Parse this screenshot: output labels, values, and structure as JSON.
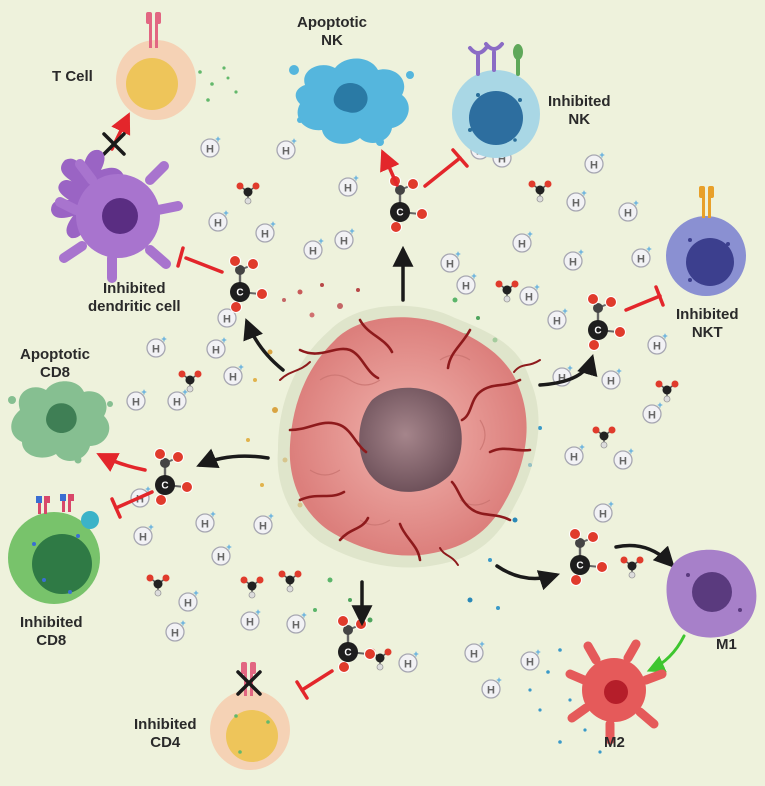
{
  "colors": {
    "background": "#eef2dc",
    "arrow_black": "#1a1a1a",
    "inhibit_red": "#e3262b",
    "activate_green": "#3ec62f",
    "tumor": "#e79a96",
    "tumor_core": "#8a6b73",
    "vessel": "#8e1a1c"
  },
  "labels": {
    "t_cell": "T Cell",
    "apoptotic_nk": {
      "line1": "Apoptotic",
      "line2": "NK"
    },
    "inhibited_nk": {
      "line1": "Inhibited",
      "line2": "NK"
    },
    "inhibited_dc": {
      "line1": "Inhibited",
      "line2": "dendritic cell"
    },
    "inhibited_nkt": {
      "line1": "Inhibited",
      "line2": "NKT"
    },
    "apoptotic_cd8": {
      "line1": "Apoptotic",
      "line2": "CD8"
    },
    "inhibited_cd8": {
      "line1": "Inhibited",
      "line2": "CD8"
    },
    "m1": "M1",
    "m2": "M2",
    "inhibited_cd4": {
      "line1": "Inhibited",
      "line2": "CD4"
    },
    "proton_symbol": "H",
    "proton_charge": "+"
  },
  "icons": [
    "tumor-icon",
    "lactate-molecule-icon",
    "proton-icon",
    "t-cell-icon",
    "dendritic-cell-icon",
    "nk-cell-icon",
    "nkt-cell-icon",
    "cd8-cell-icon",
    "cd4-cell-icon",
    "macrophage-icon"
  ]
}
